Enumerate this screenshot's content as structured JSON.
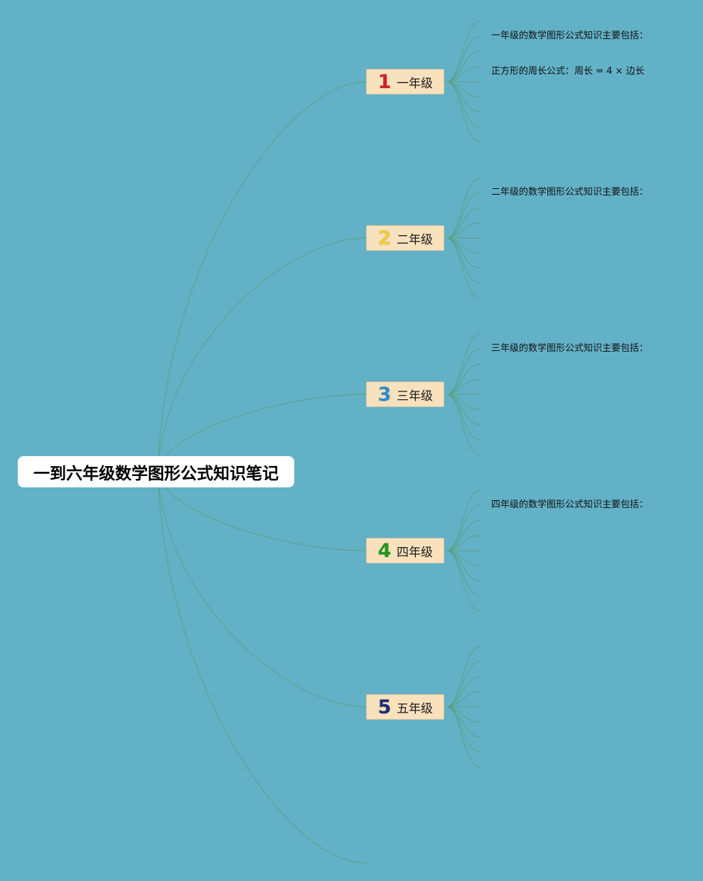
{
  "root": {
    "title": "一到六年级数学图形公式知识笔记"
  },
  "grades": [
    {
      "number": "1",
      "label": "一年级",
      "color": "#d51f2c"
    },
    {
      "number": "2",
      "label": "二年级",
      "color": "#f2cf3a"
    },
    {
      "number": "3",
      "label": "三年级",
      "color": "#2b8fcf"
    },
    {
      "number": "4",
      "label": "四年级",
      "color": "#1e9a1e"
    },
    {
      "number": "5",
      "label": "五年级",
      "color": "#1c2c7a"
    }
  ],
  "notes": {
    "grade1_intro": "一年级的数学图形公式知识主要包括：",
    "grade1_square": "正方形的周长公式：周长 = 4 × 边长",
    "grade2_intro": "二年级的数学图形公式知识主要包括：",
    "grade3_intro": "三年级的数学图形公式知识主要包括：",
    "grade4_intro": "四年级的数学图形公式知识主要包括："
  },
  "colors": {
    "background": "#62b1c7",
    "connector": "#5aa182",
    "grade_box": "#f8e1bd",
    "root_box": "#ffffff"
  }
}
